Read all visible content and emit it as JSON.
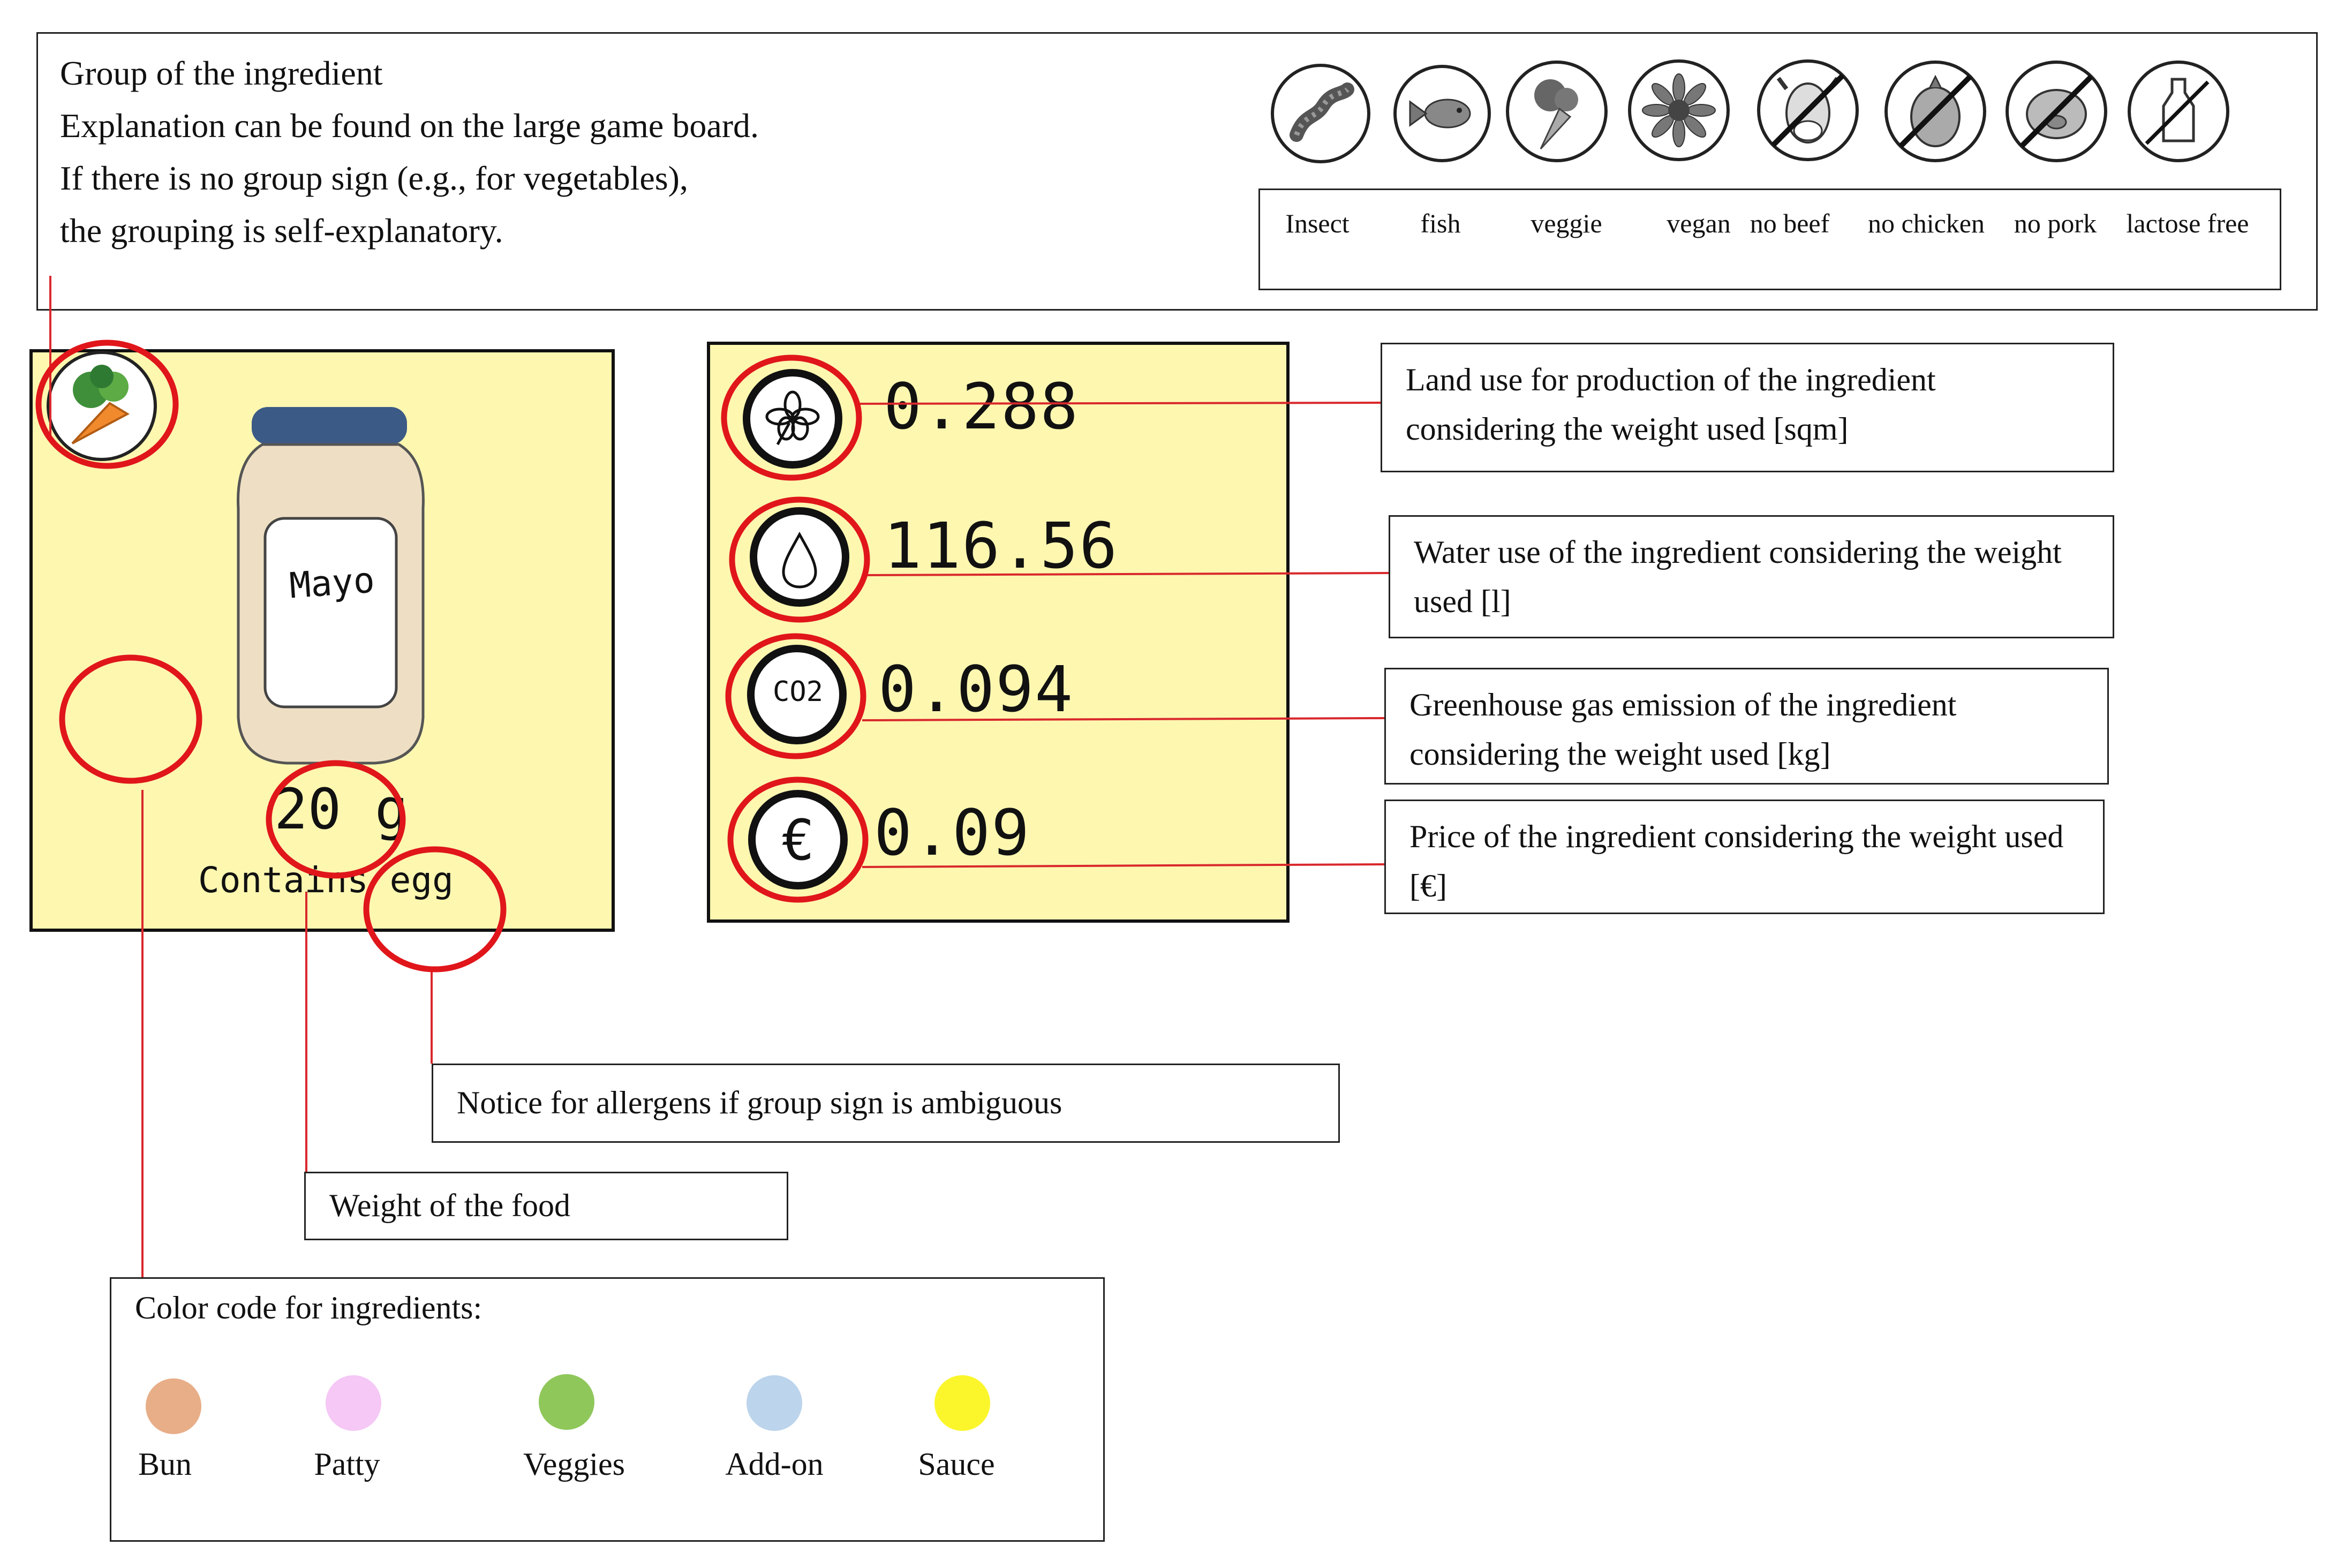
{
  "group_header": {
    "lines": [
      "Group of the ingredient",
      "Explanation can be found on the large game board.",
      "If there is no group sign (e.g., for vegetables),",
      "the grouping is self-explanatory."
    ],
    "groups": [
      {
        "label": "Insect",
        "icon": "insect-icon"
      },
      {
        "label": "fish",
        "icon": "fish-icon"
      },
      {
        "label": "veggie",
        "icon": "veggie-icon"
      },
      {
        "label": "vegan",
        "icon": "vegan-icon"
      },
      {
        "label": "no beef",
        "icon": "no-beef-icon"
      },
      {
        "label": "no chicken",
        "icon": "no-chicken-icon"
      },
      {
        "label": "no pork",
        "icon": "no-pork-icon"
      },
      {
        "label": "lactose free",
        "icon": "lactose-free-icon"
      }
    ]
  },
  "ingredient_card": {
    "jar_label": "Mayo",
    "weight": "20 g",
    "allergen_note": "Contains egg",
    "group_icon": "veggie-icon"
  },
  "metrics_card": {
    "land_use": "0.288",
    "water_use": "116.56",
    "co2": "0.094",
    "co2_icon_text": "CO2",
    "price": "0.09",
    "price_symbol": "€"
  },
  "explanations": {
    "land": "Land use for production of the ingredient considering the weight used [sqm]",
    "water": "Water use of the ingredient considering the weight used [l]",
    "ghg": "Greenhouse gas emission of the ingredient considering the weight used [kg]",
    "price": "Price of the ingredient considering the weight used [€]"
  },
  "callouts": {
    "allergen": "Notice for allergens if group sign is ambiguous",
    "weight": "Weight of the food"
  },
  "color_code": {
    "title": "Color code for ingredients:",
    "items": [
      {
        "label": "Bun",
        "color": "#e8ae88"
      },
      {
        "label": "Patty",
        "color": "#f5c8f5"
      },
      {
        "label": "Veggies",
        "color": "#8fc75a"
      },
      {
        "label": "Add-on",
        "color": "#bcd4ec"
      },
      {
        "label": "Sauce",
        "color": "#fbf62c"
      }
    ]
  },
  "colors": {
    "card_bg": "#fdf7b0",
    "highlight_circle": "#e0161b",
    "connector_line": "#d9282c"
  }
}
